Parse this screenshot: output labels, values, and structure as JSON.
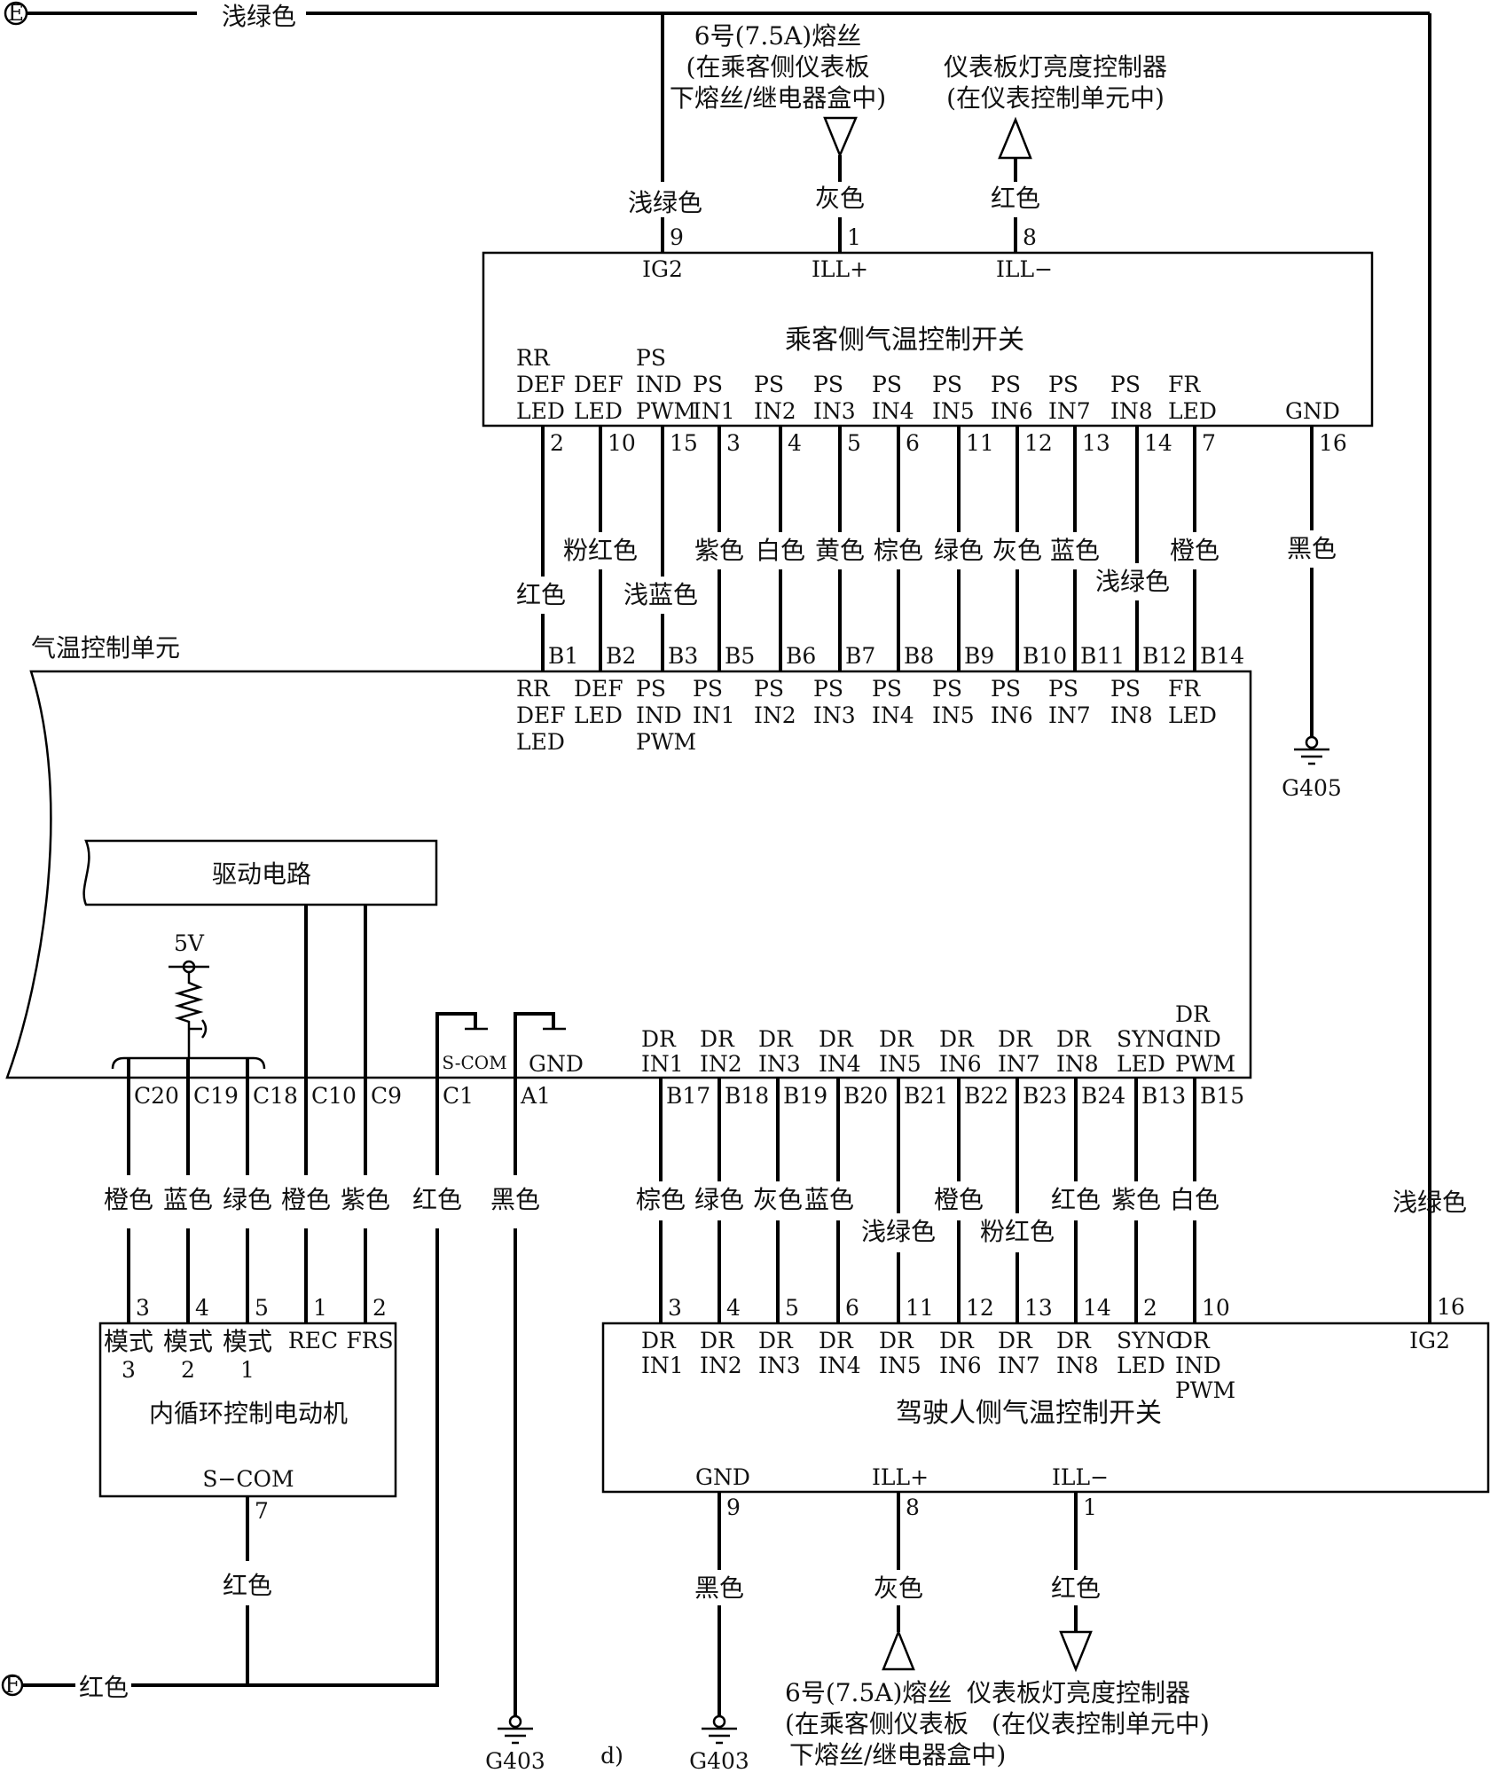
{
  "connectors": {
    "E": {
      "label": "E",
      "wire_color": "浅绿色"
    },
    "F": {
      "label": "F",
      "wire_color": "红色"
    }
  },
  "top_supply": {
    "fuse": {
      "lines": [
        "6号(7.5A)熔丝",
        "(在乘客侧仪表板",
        "下熔丝/继电器盒中)"
      ]
    },
    "dimmer": {
      "lines": [
        "仪表板灯亮度控制器",
        "(在仪表控制单元中)"
      ]
    }
  },
  "passenger_switch": {
    "title": "乘客侧气温控制开关",
    "top_pins": [
      {
        "pin": "9",
        "name": "IG2",
        "wire": "浅绿色"
      },
      {
        "pin": "1",
        "name": "ILL+",
        "wire": "灰色"
      },
      {
        "pin": "8",
        "name": "ILL−",
        "wire": "红色"
      }
    ],
    "bottom_pins": [
      {
        "pin": "2",
        "name": [
          "RR",
          "DEF",
          "LED"
        ],
        "wire": "红色",
        "unit_pin": "B1",
        "unit_name": [
          "RR",
          "DEF",
          "LED"
        ]
      },
      {
        "pin": "10",
        "name": [
          "DEF",
          "LED"
        ],
        "wire": "粉红色",
        "unit_pin": "B2",
        "unit_name": [
          "DEF",
          "LED"
        ]
      },
      {
        "pin": "15",
        "name": [
          "PS",
          "IND",
          "PWM"
        ],
        "wire": "浅蓝色",
        "unit_pin": "B3",
        "unit_name": [
          "PS",
          "IND",
          "PWM"
        ]
      },
      {
        "pin": "3",
        "name": [
          "PS",
          "IN1"
        ],
        "wire": "紫色",
        "unit_pin": "B5",
        "unit_name": [
          "PS",
          "IN1"
        ]
      },
      {
        "pin": "4",
        "name": [
          "PS",
          "IN2"
        ],
        "wire": "白色",
        "unit_pin": "B6",
        "unit_name": [
          "PS",
          "IN2"
        ]
      },
      {
        "pin": "5",
        "name": [
          "PS",
          "IN3"
        ],
        "wire": "黄色",
        "unit_pin": "B7",
        "unit_name": [
          "PS",
          "IN3"
        ]
      },
      {
        "pin": "6",
        "name": [
          "PS",
          "IN4"
        ],
        "wire": "棕色",
        "unit_pin": "B8",
        "unit_name": [
          "PS",
          "IN4"
        ]
      },
      {
        "pin": "11",
        "name": [
          "PS",
          "IN5"
        ],
        "wire": "绿色",
        "unit_pin": "B9",
        "unit_name": [
          "PS",
          "IN5"
        ]
      },
      {
        "pin": "12",
        "name": [
          "PS",
          "IN6"
        ],
        "wire": "灰色",
        "unit_pin": "B10",
        "unit_name": [
          "PS",
          "IN6"
        ]
      },
      {
        "pin": "13",
        "name": [
          "PS",
          "IN7"
        ],
        "wire": "蓝色",
        "unit_pin": "B11",
        "unit_name": [
          "PS",
          "IN7"
        ]
      },
      {
        "pin": "14",
        "name": [
          "PS",
          "IN8"
        ],
        "wire": "浅绿色",
        "unit_pin": "B12",
        "unit_name": [
          "PS",
          "IN8"
        ]
      },
      {
        "pin": "7",
        "name": [
          "FR",
          "LED"
        ],
        "wire": "橙色",
        "unit_pin": "B14",
        "unit_name": [
          "FR",
          "LED"
        ]
      }
    ],
    "gnd": {
      "pin": "16",
      "name": "GND",
      "wire": "黑色",
      "ground": "G405"
    }
  },
  "control_unit": {
    "title": "气温控制单元",
    "drive_circuit": "驱动电路",
    "supply": "5V",
    "scom_label": "S-COM",
    "gnd_label": "GND",
    "left_pins": [
      {
        "pin": "C20",
        "wire": "橙色",
        "motor_pin": "3"
      },
      {
        "pin": "C19",
        "wire": "蓝色",
        "motor_pin": "4"
      },
      {
        "pin": "C18",
        "wire": "绿色",
        "motor_pin": "5"
      },
      {
        "pin": "C10",
        "wire": "橙色",
        "motor_pin": "1"
      },
      {
        "pin": "C9",
        "wire": "紫色",
        "motor_pin": "2"
      },
      {
        "pin": "C1",
        "wire": "红色"
      },
      {
        "pin": "A1",
        "wire": "黑色",
        "ground": "G403"
      }
    ],
    "driver_pins": [
      {
        "pin": "B17",
        "name": [
          "DR",
          "IN1"
        ],
        "wire": "棕色",
        "sw_pin": "3"
      },
      {
        "pin": "B18",
        "name": [
          "DR",
          "IN2"
        ],
        "wire": "绿色",
        "sw_pin": "4"
      },
      {
        "pin": "B19",
        "name": [
          "DR",
          "IN3"
        ],
        "wire": "灰色",
        "sw_pin": "5"
      },
      {
        "pin": "B20",
        "name": [
          "DR",
          "IN4"
        ],
        "wire": "蓝色",
        "sw_pin": "6"
      },
      {
        "pin": "B21",
        "name": [
          "DR",
          "IN5"
        ],
        "wire": "浅绿色",
        "sw_pin": "11"
      },
      {
        "pin": "B22",
        "name": [
          "DR",
          "IN6"
        ],
        "wire": "橙色",
        "sw_pin": "12"
      },
      {
        "pin": "B23",
        "name": [
          "DR",
          "IN7"
        ],
        "wire": "粉红色",
        "sw_pin": "13"
      },
      {
        "pin": "B24",
        "name": [
          "DR",
          "IN8"
        ],
        "wire": "红色",
        "sw_pin": "14"
      },
      {
        "pin": "B13",
        "name": [
          "SYNC",
          "LED"
        ],
        "wire": "紫色",
        "sw_pin": "2"
      },
      {
        "pin": "B15",
        "name": [
          "DR",
          "IND",
          "PWM"
        ],
        "wire": "白色",
        "sw_pin": "10"
      }
    ]
  },
  "recirc_motor": {
    "title": "内循环控制电动机",
    "pins": [
      {
        "name": "模式",
        "sub": "3"
      },
      {
        "name": "模式",
        "sub": "2"
      },
      {
        "name": "模式",
        "sub": "1"
      },
      {
        "name": "REC",
        "sub": ""
      },
      {
        "name": "FRS",
        "sub": ""
      }
    ],
    "scom": {
      "name": "S−COM",
      "pin": "7",
      "wire": "红色"
    }
  },
  "driver_switch": {
    "title": "驾驶人侧气温控制开关",
    "ig2": {
      "pin": "16",
      "name": "IG2",
      "wire": "浅绿色"
    },
    "bottom_pins": [
      {
        "pin": "9",
        "name": "GND",
        "wire": "黑色",
        "ground": "G403"
      },
      {
        "pin": "8",
        "name": "ILL+",
        "wire": "灰色"
      },
      {
        "pin": "1",
        "name": "ILL−",
        "wire": "红色"
      }
    ]
  },
  "bottom_supply": {
    "fuse": {
      "lines": [
        "6号(7.5A)熔丝",
        "(在乘客侧仪表板",
        "下熔丝/继电器盒中)"
      ]
    },
    "dimmer": {
      "lines": [
        "仪表板灯亮度控制器",
        "(在仪表控制单元中)"
      ]
    }
  },
  "figure_label": "d)"
}
